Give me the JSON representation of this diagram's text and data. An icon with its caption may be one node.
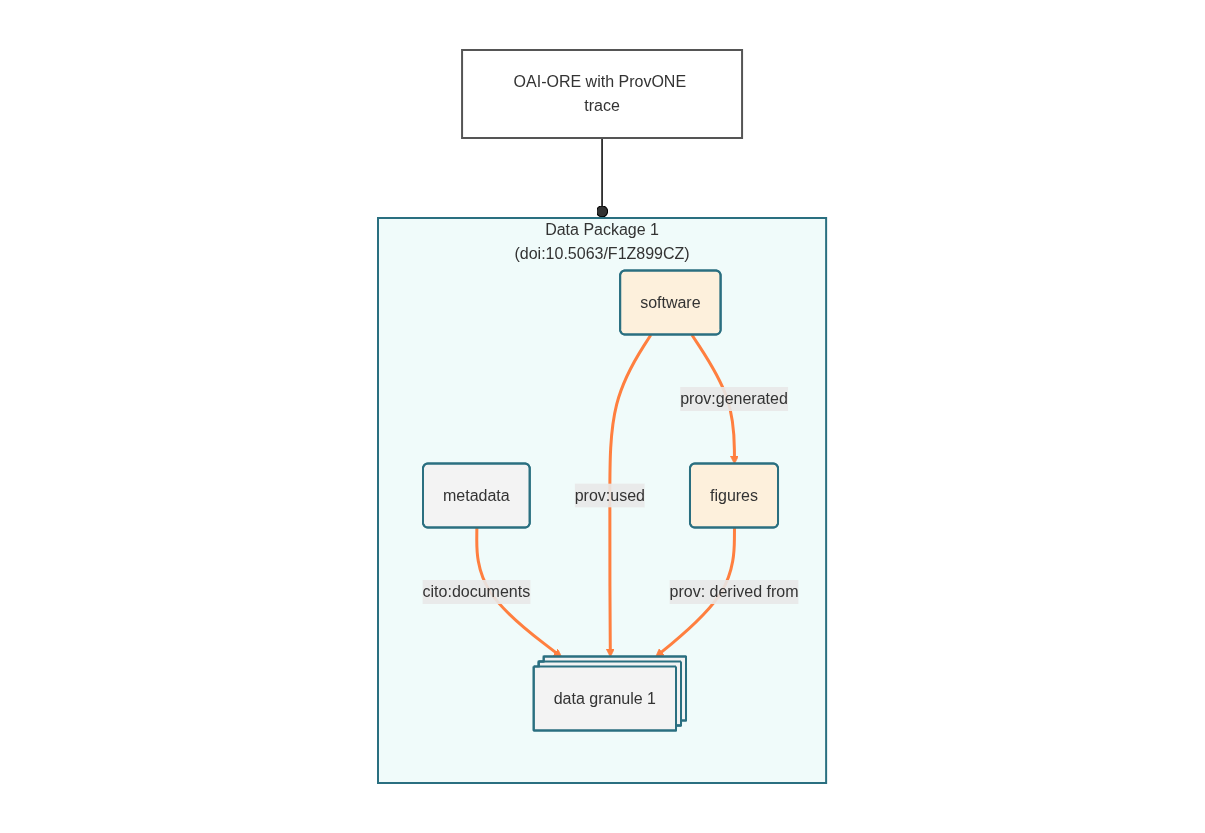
{
  "diagram": {
    "nodes": [
      {
        "text": [
          "Data Package 1",
          "(doi:10.5063/F1Z899CZ)"
        ]
      },
      {
        "text": [
          "metadata"
        ],
        "in": 0
      },
      {
        "text": [
          "data granule 1"
        ],
        "in": 0
      },
      {
        "text": [
          "software"
        ],
        "in": 0
      },
      {
        "text": [
          "figures"
        ],
        "in": 0
      },
      {
        "text": [
          "OAI-ORE with ProvONE trace"
        ]
      }
    ],
    "edges": [
      {
        "from": 1,
        "to": 2,
        "arrow": "to",
        "label": "cito:documents"
      },
      {
        "from": 3,
        "to": 2,
        "arrow": "to",
        "label": "prov:used"
      },
      {
        "from": 4,
        "to": 2,
        "arrow": "to",
        "label": "prov: derived from"
      },
      {
        "from": 3,
        "to": 4,
        "arrow": "to",
        "label": "prov:generated"
      },
      {
        "from": 5,
        "to": 0,
        "arrow": "other",
        "color": "#000000"
      }
    ]
  }
}
